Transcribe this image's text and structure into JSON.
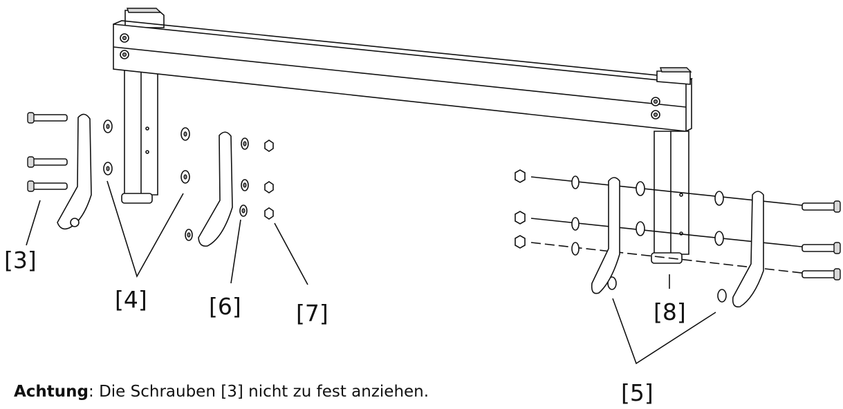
{
  "labels": {
    "bolts": "[3]",
    "outer_plates_left": "[4]",
    "outer_plates_right": "[5]",
    "washers": "[6]",
    "nuts": "[7]",
    "foot": "[8]"
  },
  "note": {
    "bold": "Achtung",
    "text": ": Die Schrauben [3] nicht zu fest anziehen."
  }
}
